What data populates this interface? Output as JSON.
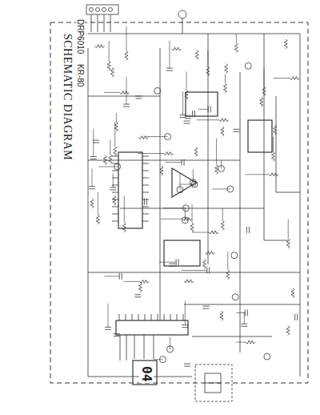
{
  "diagram": {
    "title": "SCHEMATIC DIAGRAM",
    "labels": [
      "DRP6010",
      "KR-80",
      "04"
    ]
  }
}
